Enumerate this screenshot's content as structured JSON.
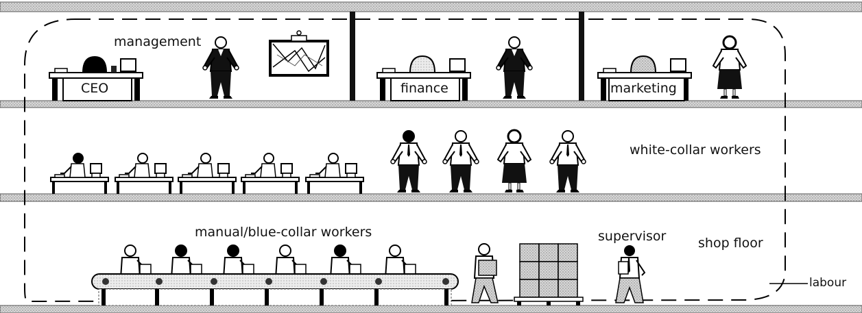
{
  "labels": {
    "management": "management",
    "ceo": "CEO",
    "finance": "finance",
    "marketing": "marketing",
    "white_collar": "white-collar workers",
    "blue_collar": "manual/blue-collar workers",
    "supervisor": "supervisor",
    "shop_floor": "shop floor",
    "labour": "labour"
  }
}
